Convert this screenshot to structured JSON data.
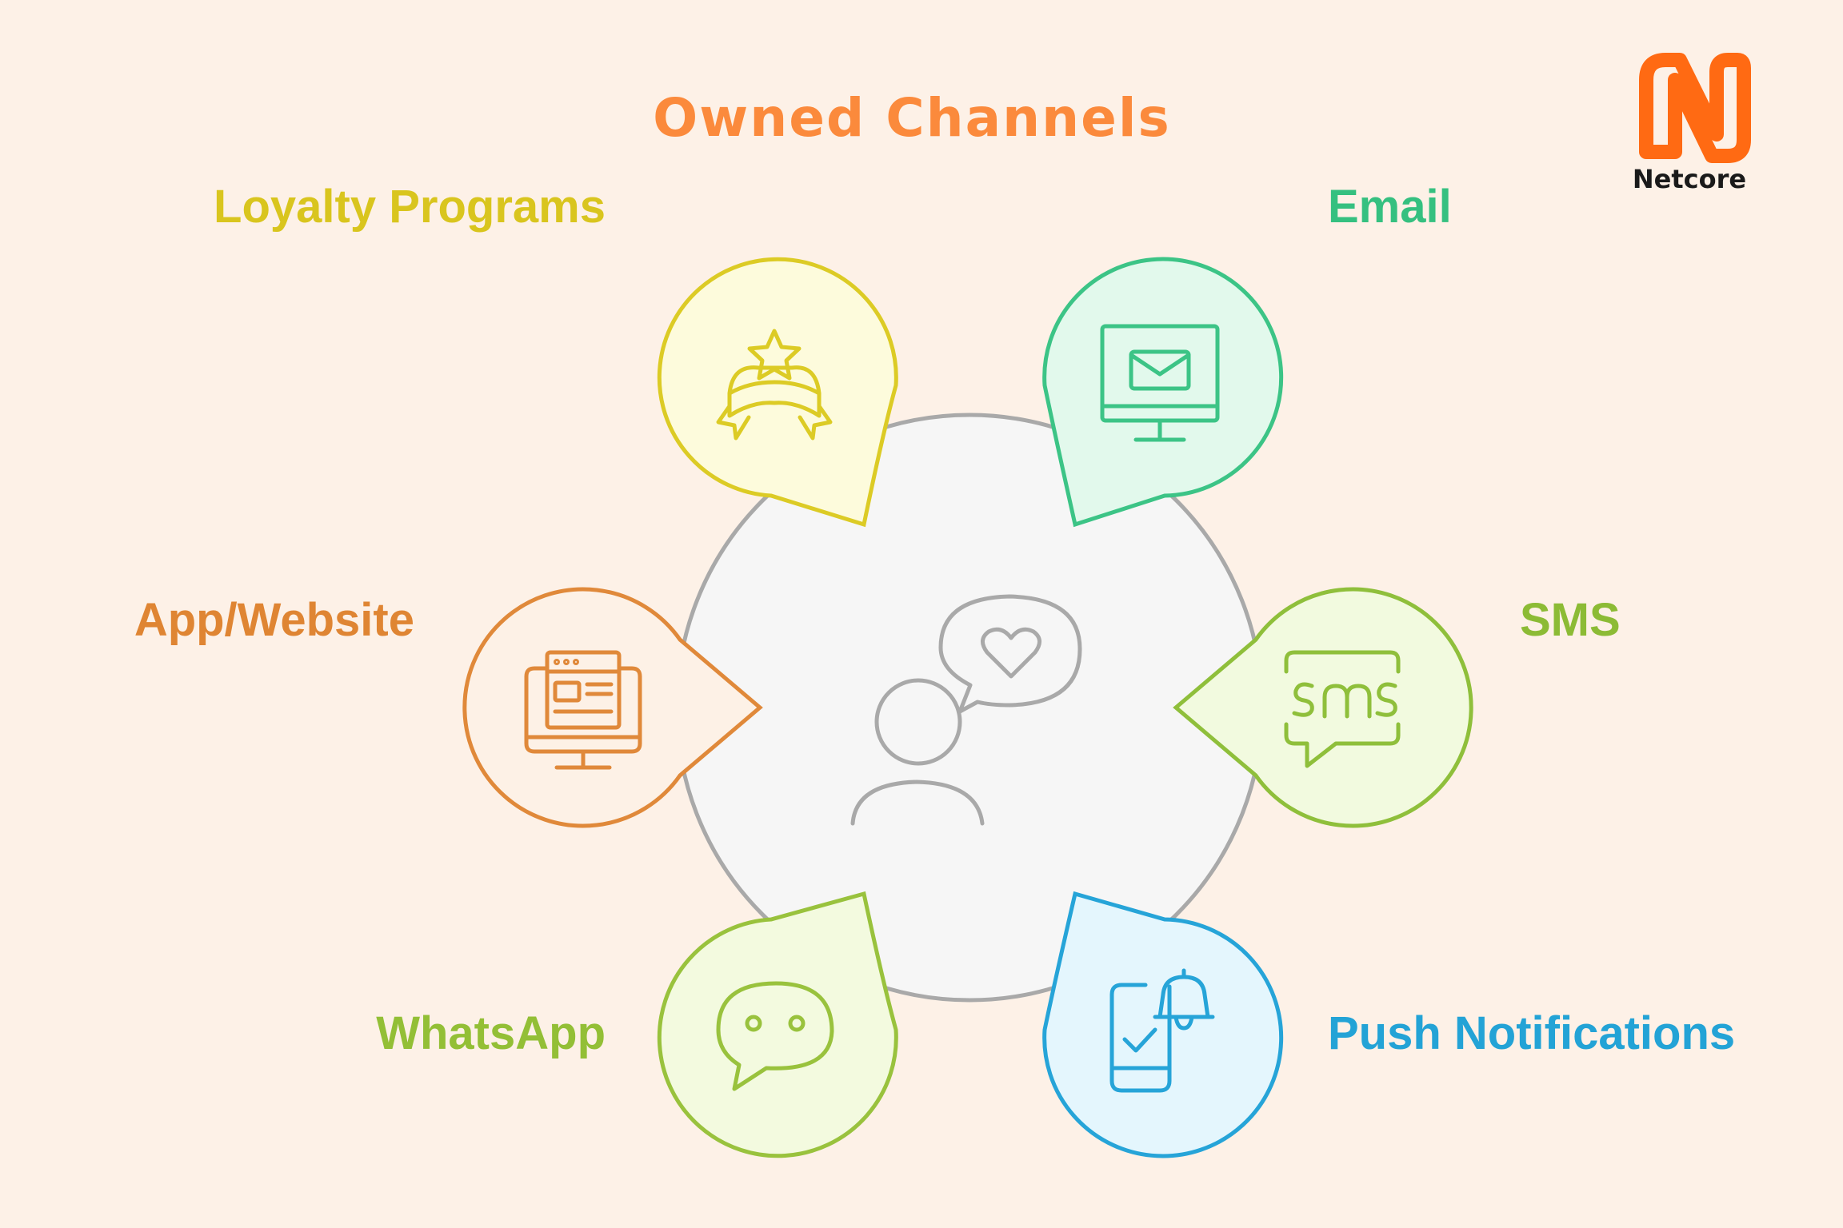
{
  "title": "Owned Channels",
  "logo": {
    "text": "Netcore",
    "color": "#ff6a13",
    "text_color": "#1a1a1a"
  },
  "center": {
    "icon": "customer-heart-chat-icon",
    "color": "#a9a9a9",
    "fill": "#f6f6f6"
  },
  "channels": [
    {
      "id": "loyalty",
      "label": "Loyalty Programs",
      "icon": "star-ribbon-icon",
      "stroke": "#dccb25",
      "fill": "#fdfbdc",
      "text_color": "#d9c51e"
    },
    {
      "id": "email",
      "label": "Email",
      "icon": "monitor-mail-icon",
      "stroke": "#3cc486",
      "fill": "#e2f9ec",
      "text_color": "#35c080"
    },
    {
      "id": "sms",
      "label": "SMS",
      "icon": "sms-bubble-icon",
      "stroke": "#8fbf3b",
      "fill": "#f2fadf",
      "text_color": "#8cbb35"
    },
    {
      "id": "push",
      "label": "Push Notifications",
      "icon": "phone-bell-icon",
      "stroke": "#26a4d8",
      "fill": "#e4f6fd",
      "text_color": "#23a3d6"
    },
    {
      "id": "whatsapp",
      "label": "WhatsApp",
      "icon": "chat-bubble-icon",
      "stroke": "#99c23d",
      "fill": "#f3fadf",
      "text_color": "#93bf36"
    },
    {
      "id": "app",
      "label": "App/Website",
      "icon": "web-monitor-icon",
      "stroke": "#e0893a",
      "fill": "#fdf1e6",
      "text_color": "#df8533"
    }
  ],
  "colors": {
    "background": "#fdf1e7",
    "title": "#fb8a3c"
  }
}
